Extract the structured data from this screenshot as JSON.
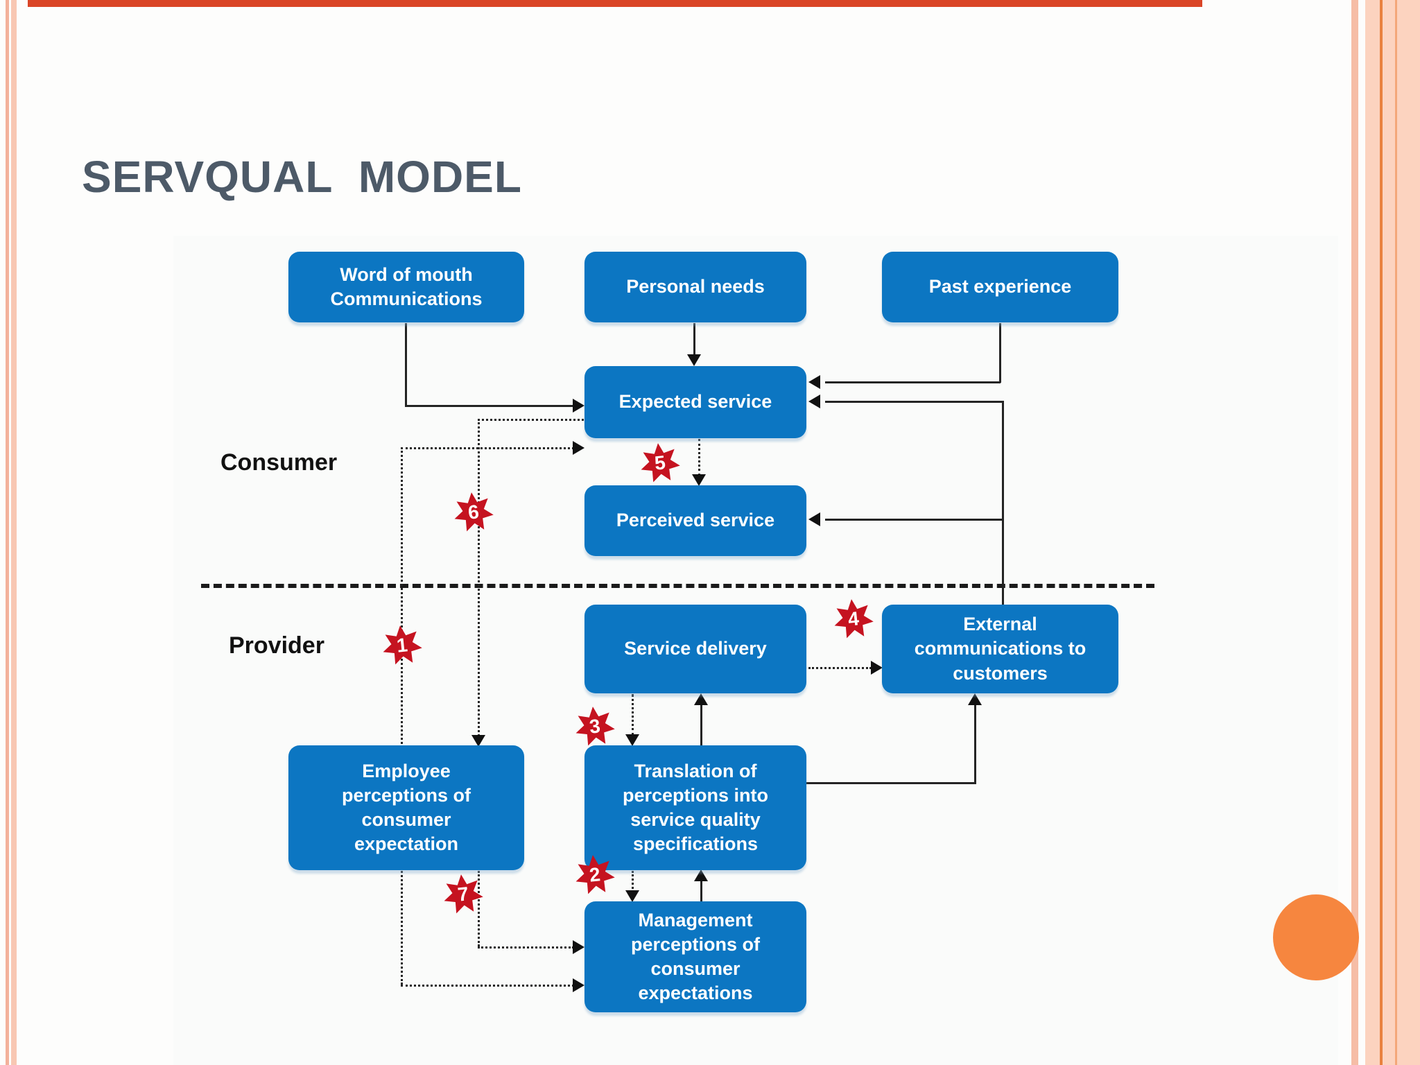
{
  "slide": {
    "title": "SERVQUAL  MODEL",
    "theme": {
      "frame_accent": "#da4527",
      "frame_stripe": "#f8c7b3",
      "corner_circle": "#f6863f",
      "box_fill": "#0c76c2",
      "box_text": "#ffffff",
      "gap_star": "#c51320",
      "line_color": "#242424",
      "title_color": "#4d5a68"
    }
  },
  "diagram": {
    "zones": {
      "consumer": "Consumer",
      "provider": "Provider"
    },
    "boxes": {
      "wom": {
        "label": "Word of mouth\nCommunications"
      },
      "personal": {
        "label": "Personal needs"
      },
      "past": {
        "label": "Past experience"
      },
      "expected": {
        "label": "Expected service"
      },
      "perceived": {
        "label": "Perceived service"
      },
      "delivery": {
        "label": "Service delivery"
      },
      "external": {
        "label": "External\ncommunications to\ncustomers"
      },
      "employee": {
        "label": "Employee\nperceptions of\nconsumer\nexpectation"
      },
      "translation": {
        "label": "Translation of\nperceptions into\nservice  quality\nspecifications"
      },
      "management": {
        "label": "Management\nperceptions of\nconsumer\nexpectations"
      }
    },
    "gaps": {
      "g1": "1",
      "g2": "2",
      "g3": "3",
      "g4": "4",
      "g5": "5",
      "g6": "6",
      "g7": "7"
    }
  }
}
